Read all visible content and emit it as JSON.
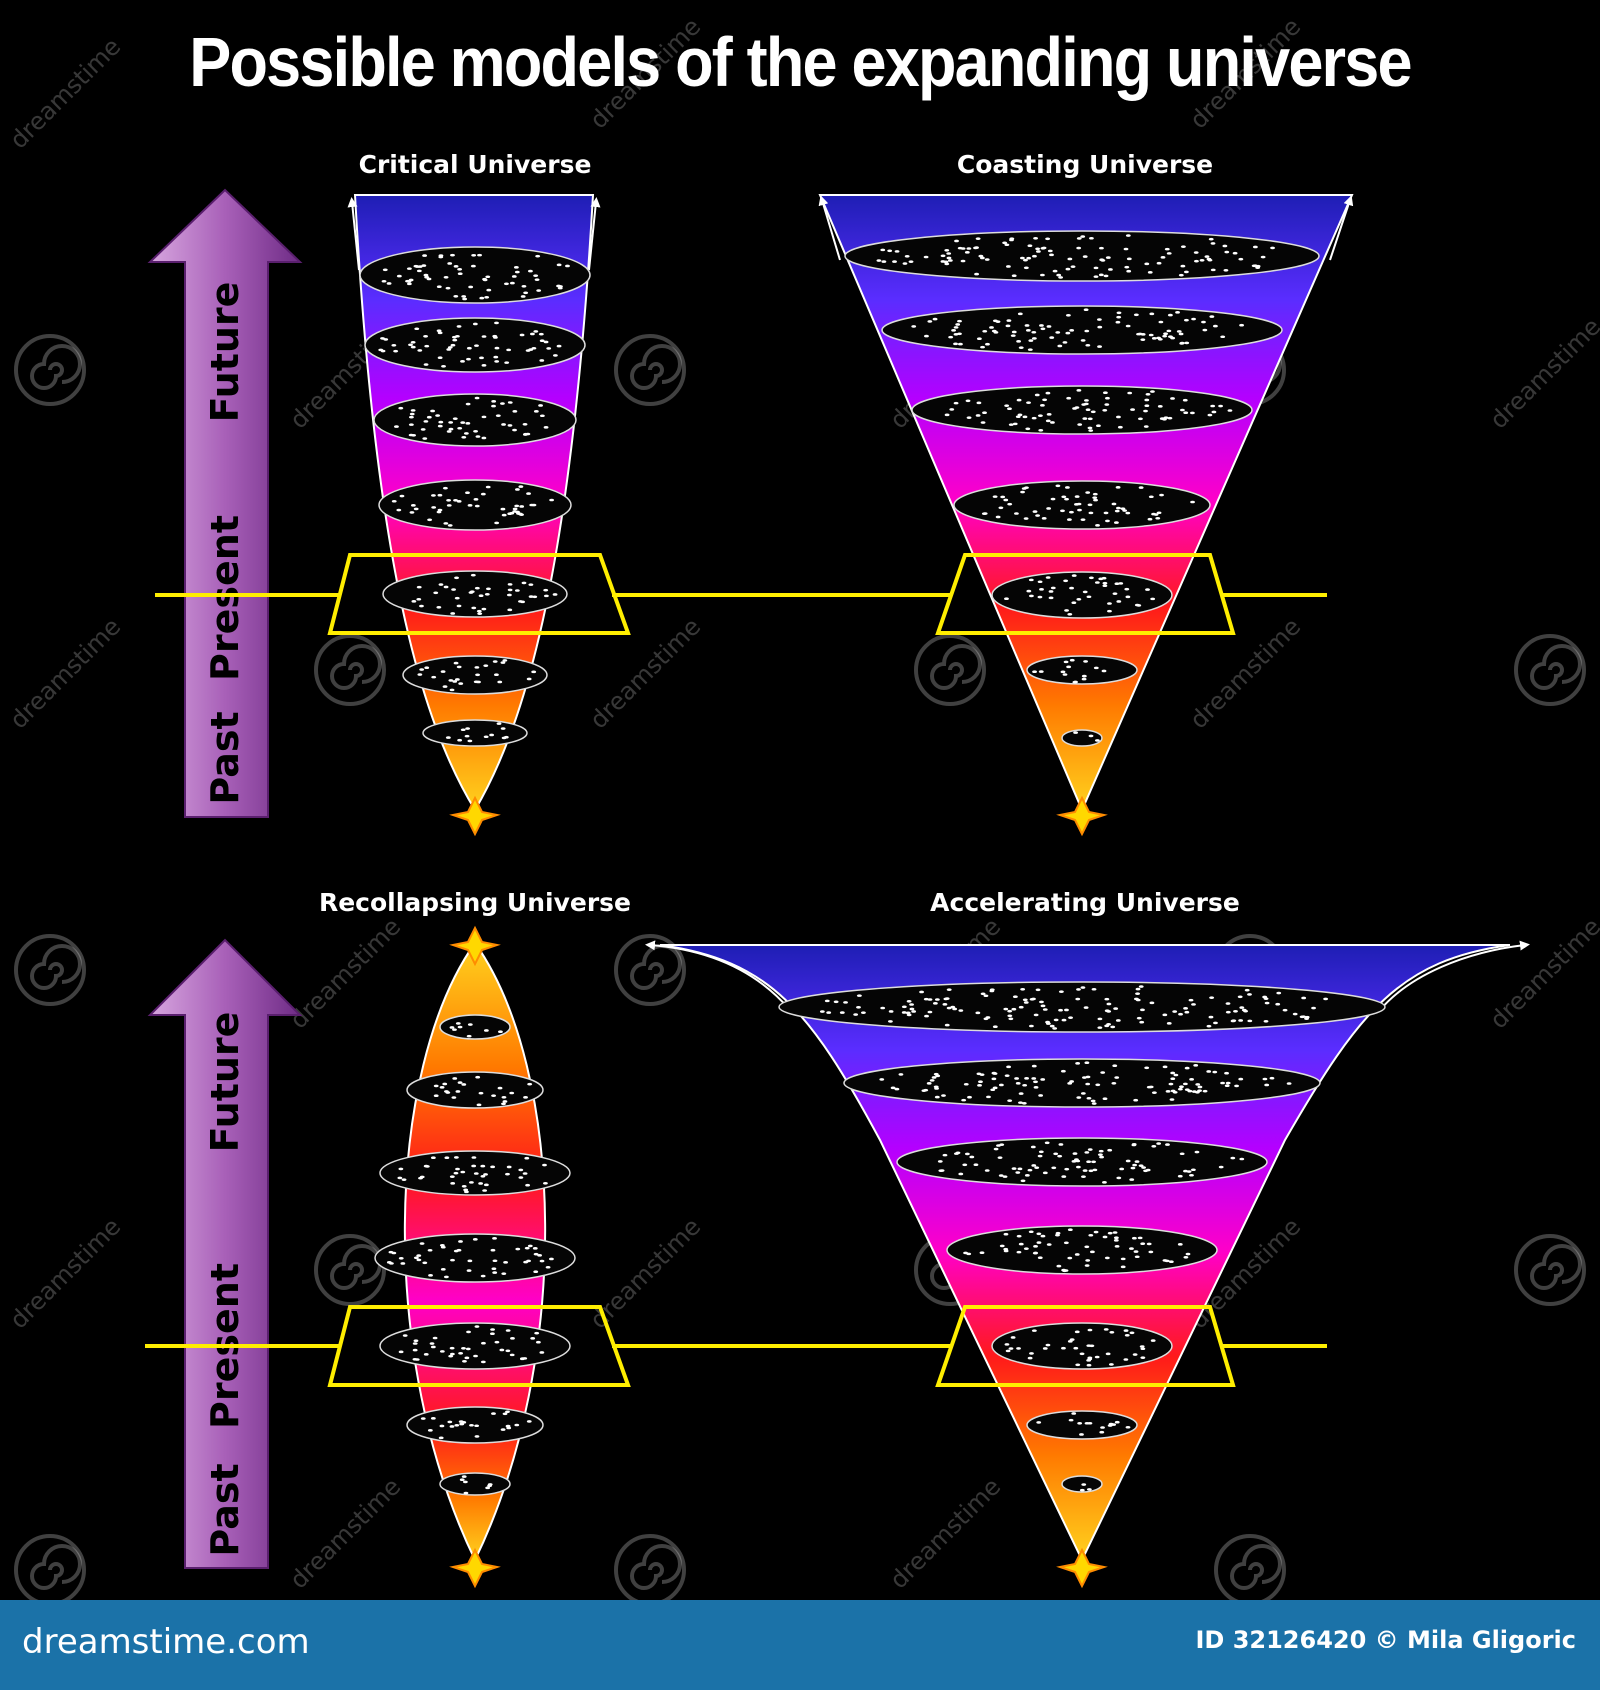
{
  "title": "Possible models of the expanding universe",
  "panels": {
    "critical": "Critical Universe",
    "coasting": "Coasting Universe",
    "recollapsing": "Recollapsing Universe",
    "accelerating": "Accelerating Universe"
  },
  "time_axis": {
    "future": "Future",
    "present": "Present",
    "past": "Past"
  },
  "watermark": "dreamstime",
  "footer": {
    "site": "dreamstime.com",
    "id": "ID 32126420 © Mila Gligoric"
  },
  "colors": {
    "background": "#000000",
    "present_marker": "#ffee00",
    "arrow": "#a860b8",
    "footer": "#1b72a8",
    "gradient": [
      "#ffd21e",
      "#ff7a00",
      "#ff1a1a",
      "#ff00c8",
      "#b400ff",
      "#5a2dff",
      "#1e1eb4"
    ]
  }
}
